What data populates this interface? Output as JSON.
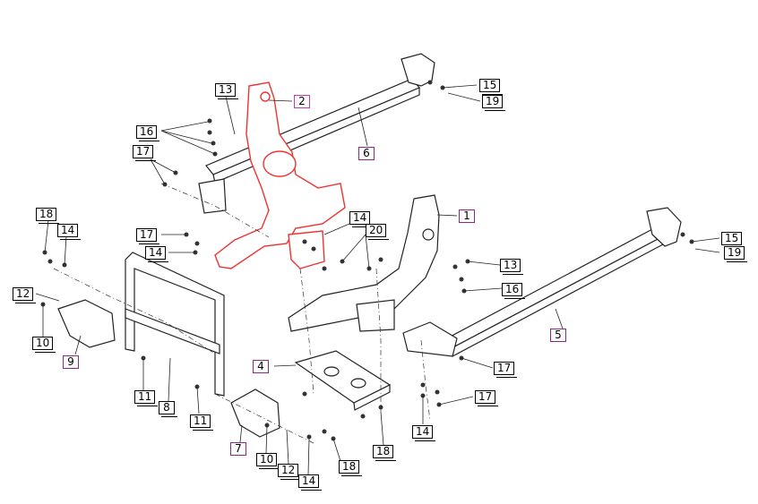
{
  "diagram": {
    "background": "#ffffff",
    "highlight_color": "#ee3333",
    "label_frame_purple": "#8a2a7c",
    "labels": [
      {
        "id": "l13a",
        "text": "13",
        "style": "plain"
      },
      {
        "id": "l2",
        "text": "2",
        "style": "pink"
      },
      {
        "id": "l16a",
        "text": "16",
        "style": "plain"
      },
      {
        "id": "l17a",
        "text": "17",
        "style": "plain"
      },
      {
        "id": "l6",
        "text": "6",
        "style": "purple"
      },
      {
        "id": "l15a",
        "text": "15",
        "style": "plain"
      },
      {
        "id": "l19a",
        "text": "19",
        "style": "plain"
      },
      {
        "id": "l1",
        "text": "1",
        "style": "purple"
      },
      {
        "id": "l15b",
        "text": "15",
        "style": "plain"
      },
      {
        "id": "l19b",
        "text": "19",
        "style": "plain"
      },
      {
        "id": "l18a",
        "text": "18",
        "style": "plain"
      },
      {
        "id": "l14a",
        "text": "14",
        "style": "plain"
      },
      {
        "id": "l12a",
        "text": "12",
        "style": "plain"
      },
      {
        "id": "l10a",
        "text": "10",
        "style": "plain"
      },
      {
        "id": "l9",
        "text": "9",
        "style": "purple"
      },
      {
        "id": "l17b",
        "text": "17",
        "style": "plain"
      },
      {
        "id": "l14b",
        "text": "14",
        "style": "plain"
      },
      {
        "id": "l14c",
        "text": "14",
        "style": "plain"
      },
      {
        "id": "l20",
        "text": "20",
        "style": "plain"
      },
      {
        "id": "l13b",
        "text": "13",
        "style": "plain"
      },
      {
        "id": "l16b",
        "text": "16",
        "style": "plain"
      },
      {
        "id": "l5",
        "text": "5",
        "style": "purple"
      },
      {
        "id": "l4",
        "text": "4",
        "style": "purple"
      },
      {
        "id": "l17c",
        "text": "17",
        "style": "plain"
      },
      {
        "id": "l17d",
        "text": "17",
        "style": "plain"
      },
      {
        "id": "l11a",
        "text": "11",
        "style": "plain"
      },
      {
        "id": "l8",
        "text": "8",
        "style": "plain"
      },
      {
        "id": "l11b",
        "text": "11",
        "style": "plain"
      },
      {
        "id": "l14d",
        "text": "14",
        "style": "plain"
      },
      {
        "id": "l7",
        "text": "7",
        "style": "purple"
      },
      {
        "id": "l10b",
        "text": "10",
        "style": "plain"
      },
      {
        "id": "l12b",
        "text": "12",
        "style": "plain"
      },
      {
        "id": "l18b",
        "text": "18",
        "style": "plain"
      },
      {
        "id": "l18c",
        "text": "18",
        "style": "plain"
      },
      {
        "id": "l14e",
        "text": "14",
        "style": "plain"
      }
    ]
  }
}
